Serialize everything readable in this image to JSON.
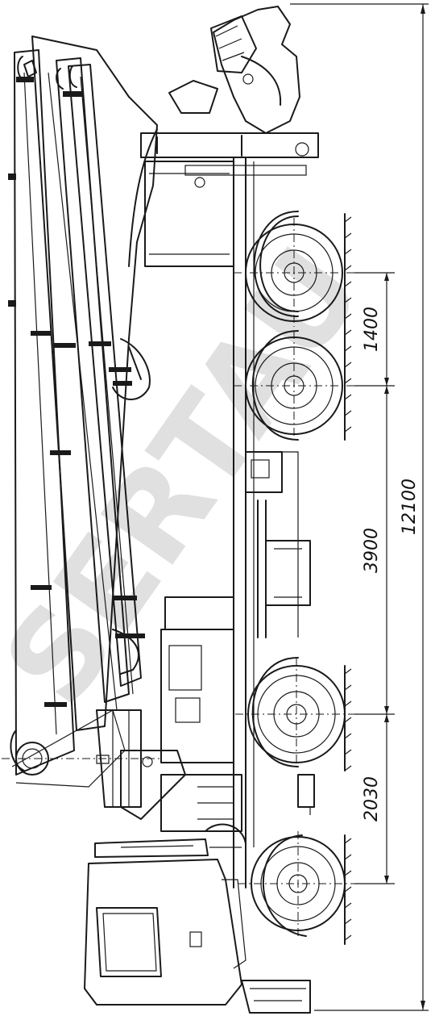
{
  "dimensions": {
    "axle_spacing_rear": "1400",
    "axle_spacing_middle": "3900",
    "overall_length": "12100",
    "axle_spacing_front": "2030"
  },
  "watermark": {
    "text": "SERTAU"
  },
  "colors": {
    "line": "#1a1a1a",
    "background": "#ffffff",
    "watermark": "#1a1a1a"
  }
}
